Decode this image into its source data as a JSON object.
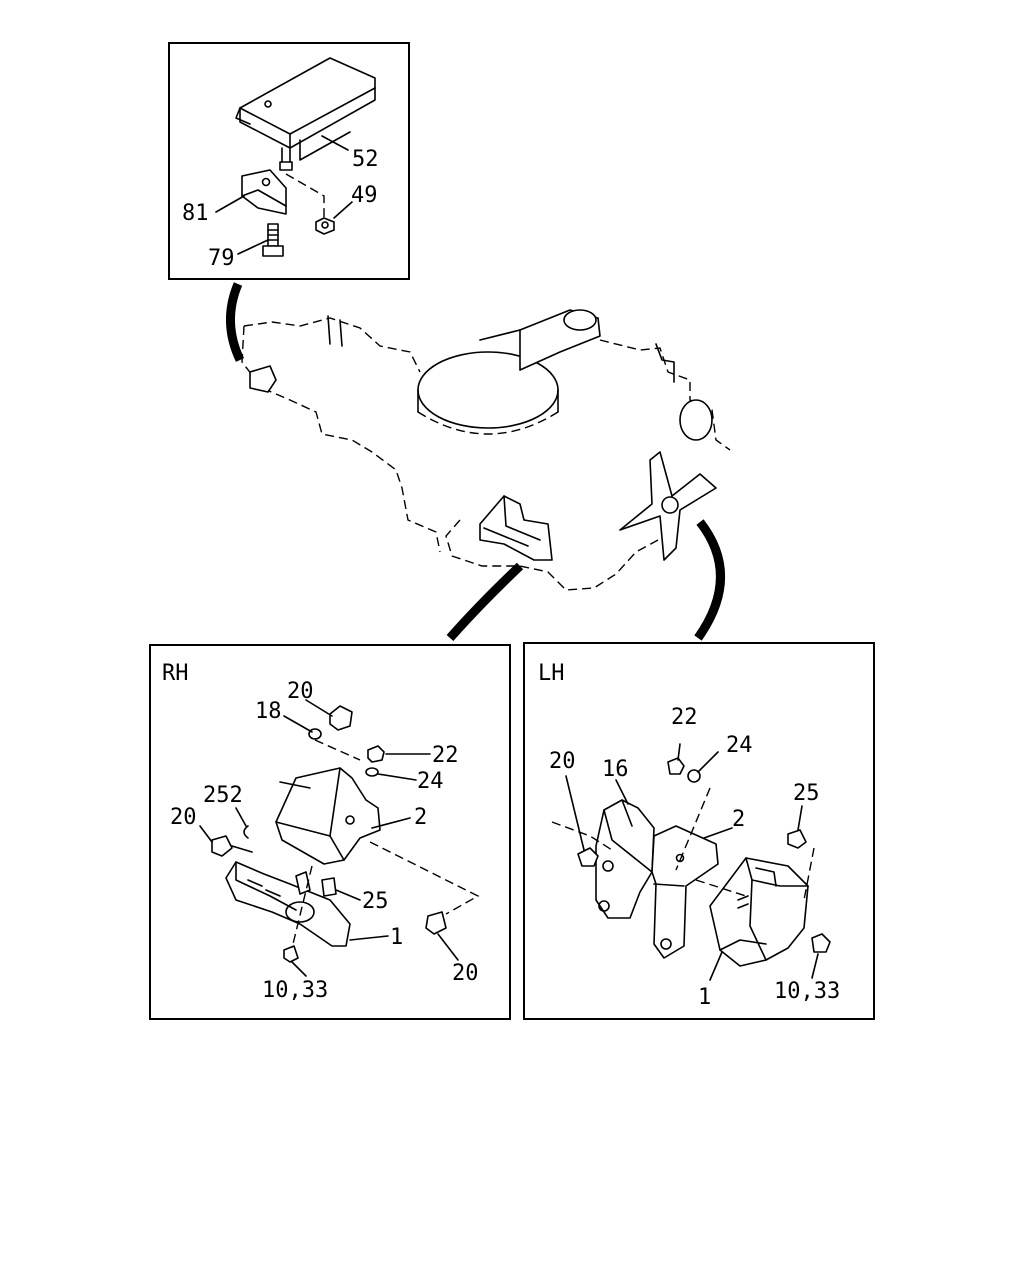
{
  "panels": {
    "top": {
      "callouts": [
        "52",
        "49",
        "81",
        "79"
      ]
    },
    "rh": {
      "title": "RH",
      "callouts": [
        "20",
        "18",
        "22",
        "24",
        "252",
        "20",
        "2",
        "25",
        "1",
        "20",
        "10,33"
      ]
    },
    "lh": {
      "title": "LH",
      "callouts": [
        "22",
        "24",
        "20",
        "16",
        "25",
        "2",
        "1",
        "10,33"
      ]
    }
  }
}
